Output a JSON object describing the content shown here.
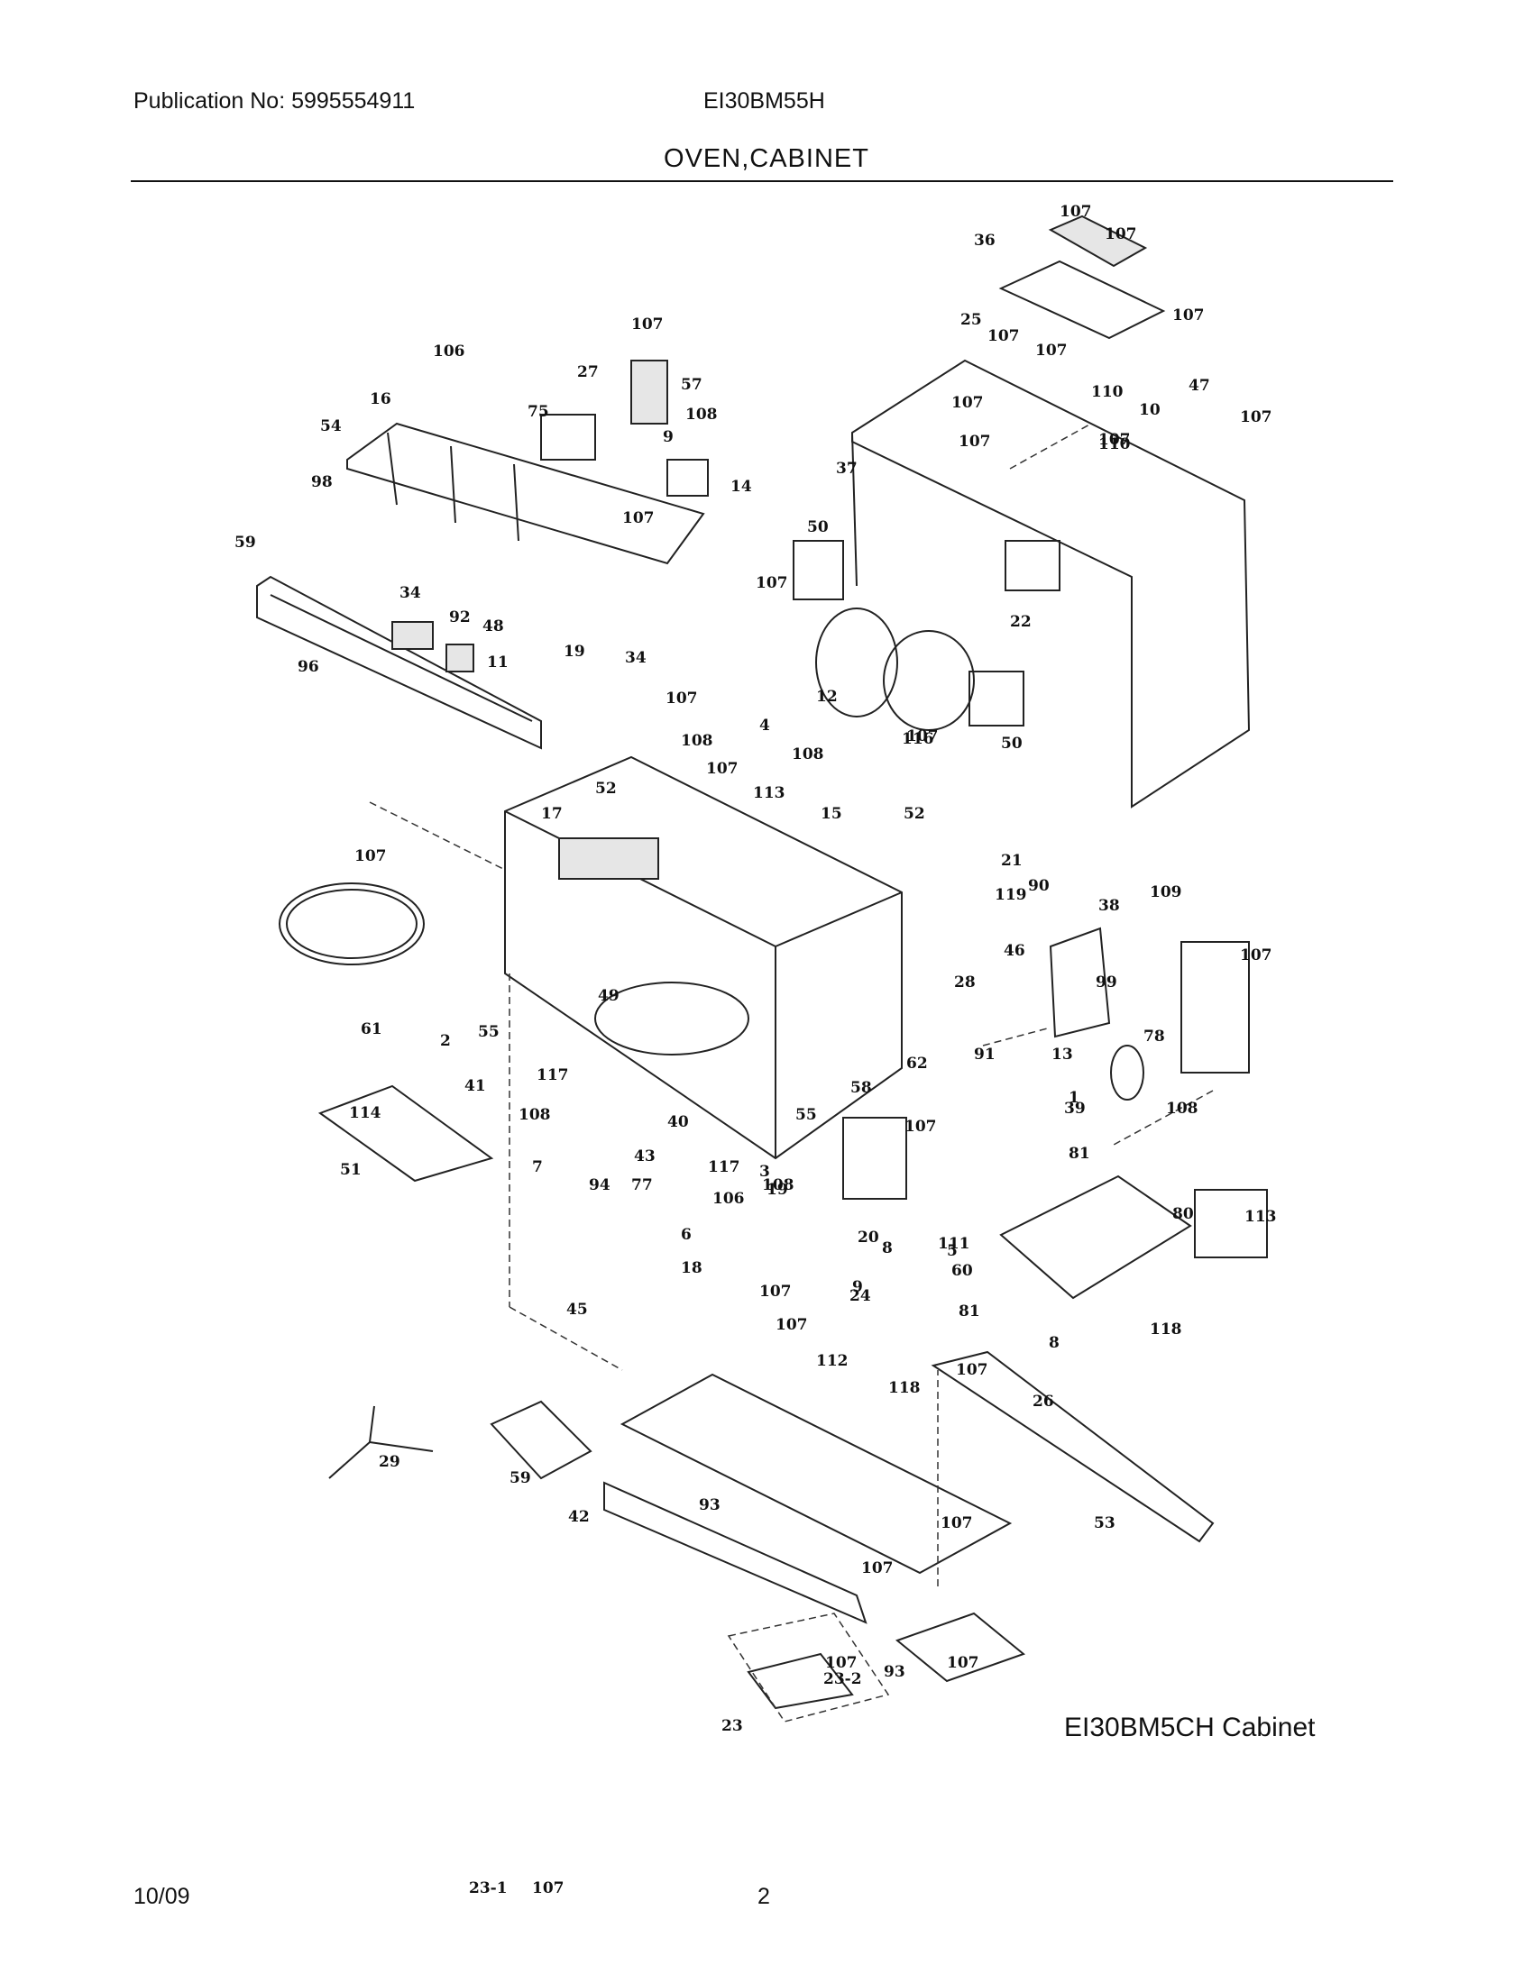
{
  "header": {
    "publication": "Publication No: 5995554911",
    "model": "EI30BM55H",
    "title": "OVEN,CABINET"
  },
  "caption": "EI30BM5CH Cabinet",
  "footer": {
    "date": "10/09",
    "page": "2"
  },
  "callouts": [
    "107",
    "107",
    "36",
    "107",
    "25",
    "107",
    "107",
    "47",
    "107",
    "10",
    "107",
    "107",
    "110",
    "37",
    "107",
    "110",
    "22",
    "50",
    "12",
    "50",
    "107",
    "106",
    "16",
    "54",
    "98",
    "27",
    "75",
    "107",
    "57",
    "108",
    "9",
    "14",
    "107",
    "107",
    "59",
    "34",
    "92",
    "96",
    "48",
    "19",
    "11",
    "34",
    "107",
    "108",
    "4",
    "108",
    "116",
    "107",
    "113",
    "17",
    "52",
    "15",
    "52",
    "21",
    "119",
    "90",
    "107",
    "38",
    "109",
    "46",
    "99",
    "28",
    "107",
    "49",
    "78",
    "2",
    "55",
    "61",
    "41",
    "117",
    "62",
    "58",
    "91",
    "13",
    "1",
    "39",
    "108",
    "108",
    "55",
    "114",
    "40",
    "43",
    "3",
    "117",
    "107",
    "7",
    "51",
    "94",
    "77",
    "106",
    "108",
    "19",
    "81",
    "80",
    "113",
    "6",
    "20",
    "8",
    "111",
    "5",
    "60",
    "18",
    "107",
    "9",
    "24",
    "81",
    "8",
    "45",
    "107",
    "112",
    "118",
    "107",
    "26",
    "118",
    "29",
    "59",
    "42",
    "93",
    "107",
    "53",
    "107",
    "107",
    "107",
    "93",
    "23-2",
    "23",
    "23-1",
    "107"
  ]
}
